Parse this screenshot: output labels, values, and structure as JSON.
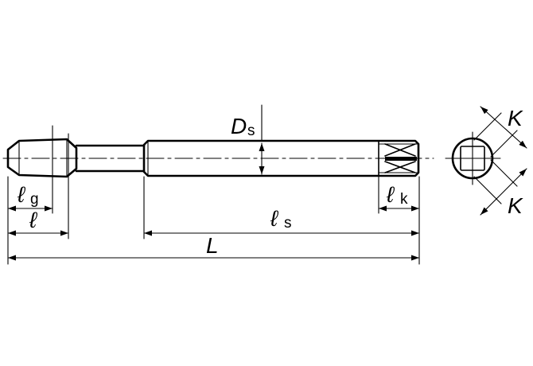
{
  "labels": {
    "Ds": {
      "main": "D",
      "sub": "s"
    },
    "lg": {
      "main": "ℓ",
      "sub": "g"
    },
    "l": {
      "main": "ℓ",
      "sub": ""
    },
    "lk": {
      "main": "ℓ",
      "sub": "k"
    },
    "ls": {
      "main": "ℓ",
      "sub": "s"
    },
    "L": {
      "main": "L",
      "sub": ""
    },
    "K_top": {
      "main": "K",
      "sub": ""
    },
    "K_bottom": {
      "main": "K",
      "sub": ""
    }
  },
  "colors": {
    "line": "#000000",
    "background": "#ffffff"
  }
}
